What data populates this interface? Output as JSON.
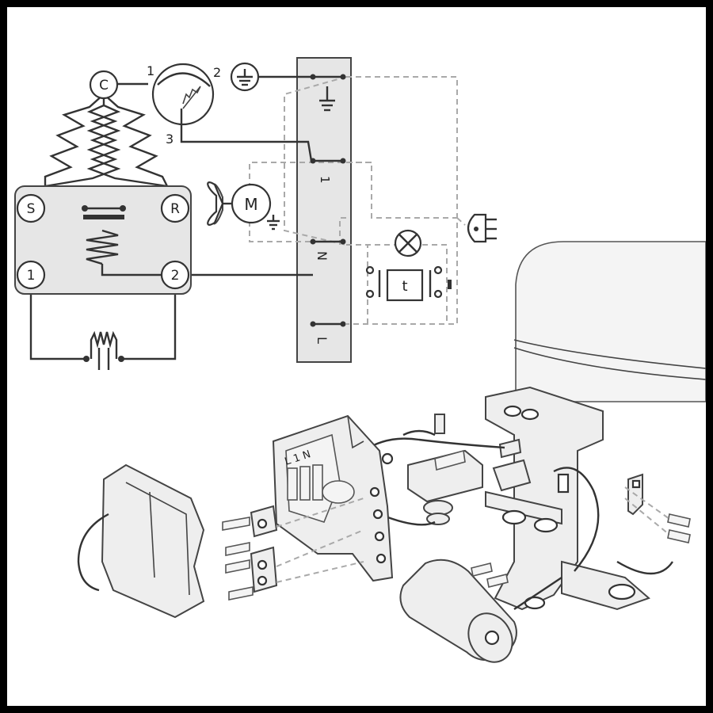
{
  "schematic": {
    "compressor_terminals": {
      "common": "C",
      "start": "S",
      "run": "R"
    },
    "overload_pins": {
      "p1": "1",
      "p2": "2",
      "p3": "3"
    },
    "relay_pins": {
      "p1": "1",
      "p2": "2"
    },
    "motor_symbol": "M",
    "thermostat_symbol": "t",
    "terminal_block_labels": {
      "t1": "1",
      "n": "N",
      "l": "L"
    }
  },
  "assembly": {
    "block_labels": "L 1 N"
  },
  "icons": {
    "ground": "ground-icon",
    "fan": "fan-icon",
    "lamp": "lamp-icon",
    "plug": "plug-icon"
  },
  "colors": {
    "frame": "#000000",
    "background": "#ffffff",
    "line": "#333333",
    "dashed": "#a9a9a9",
    "panel": "#e6e6e6"
  }
}
